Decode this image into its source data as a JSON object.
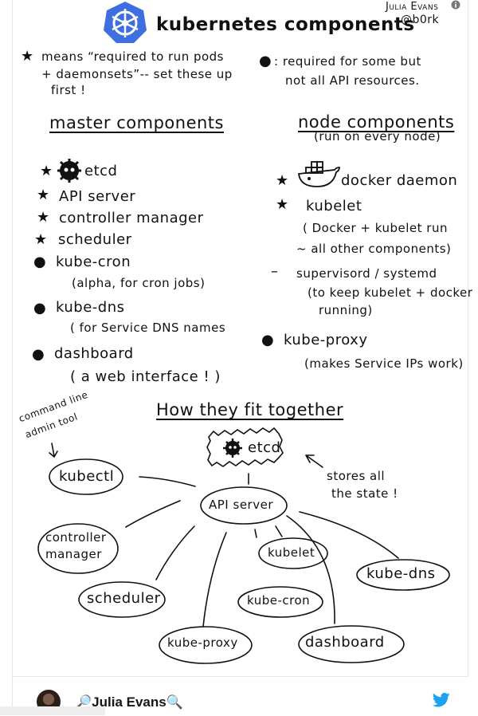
{
  "header": {
    "title": "kubernetes components",
    "author_line1": "Julia Evans",
    "author_line2": "@b0rk"
  },
  "legend": {
    "star_line1": "means “required to run pods",
    "star_line2": "+ daemonsets”-- set these up",
    "star_line3": "first !",
    "dot_line1": ": required  for some but",
    "dot_line2": "not all API resources."
  },
  "master": {
    "heading": "master components",
    "items": [
      "etcd",
      "API server",
      "controller manager",
      "scheduler",
      "kube-cron",
      "kube-dns",
      "dashboard"
    ],
    "notes": {
      "kube_cron": "(alpha, for cron jobs)",
      "kube_dns": "( for Service DNS names",
      "dashboard": "( a  web interface ! )"
    }
  },
  "node": {
    "heading": "node components",
    "subheading": "(run on every node)",
    "items": [
      "docker daemon",
      "kubelet",
      "supervisord / systemd",
      "kube-proxy"
    ],
    "notes": {
      "kubelet_1": "( Docker + kubelet run",
      "kubelet_2": "~ all other components)",
      "supervisord_1": "(to keep kubelet + docker",
      "supervisord_2": "running)",
      "kube_proxy": "(makes Service IPs work)"
    }
  },
  "diagram": {
    "heading": "How they fit together",
    "cmd_note_1": "command line",
    "cmd_note_2": "admin tool",
    "state_note_1": "stores all",
    "state_note_2": "the state !",
    "nodes": {
      "etcd": "etcd",
      "kubectl": "kubectl",
      "api": "API server",
      "controller_1": "controller",
      "controller_2": "manager",
      "scheduler": "scheduler",
      "kubelet": "kubelet",
      "kube_dns": "kube-dns",
      "kube_cron": "kube-cron",
      "kube_proxy": "kube-proxy",
      "dashboard": "dashboard"
    }
  },
  "tweet": {
    "author": "🔎Julia Evans🔍",
    "twitter_color": "#1da1f2"
  },
  "icons": [
    "kubernetes-logo-icon",
    "etcd-icon",
    "docker-icon",
    "twitter-icon",
    "info-icon",
    "avatar"
  ]
}
